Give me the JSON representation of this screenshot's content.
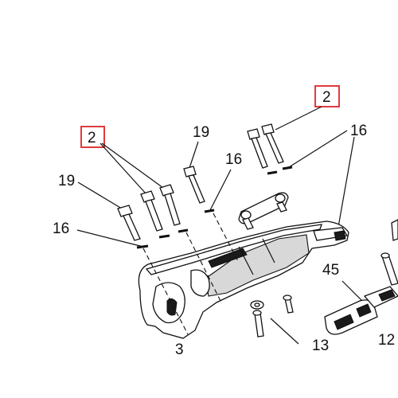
{
  "labels": {
    "l2_left": "2",
    "l2_right": "2",
    "l19_left": "19",
    "l19_mid": "19",
    "l16_left": "16",
    "l16_mid": "16",
    "l16_right": "16",
    "l45": "45",
    "l13": "13",
    "l12": "12",
    "l3": "3"
  },
  "colors": {
    "callout": "#e03a3e",
    "ink": "#111111"
  }
}
